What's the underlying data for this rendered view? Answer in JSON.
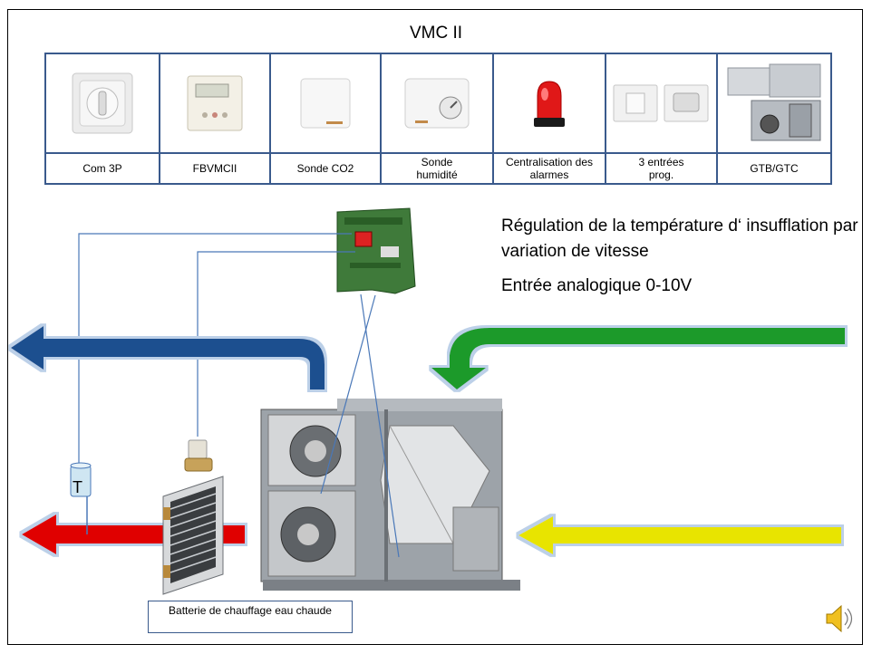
{
  "title": "VMC II",
  "devices": [
    {
      "label": "Com 3P",
      "icon": "rotary-switch-icon"
    },
    {
      "label": "FBVMCII",
      "icon": "remote-control-icon"
    },
    {
      "label": "Sonde CO2",
      "icon": "co2-sensor-icon"
    },
    {
      "label": "Sonde humidité",
      "icon": "humidity-sensor-icon"
    },
    {
      "label": "Centralisation des alarmes",
      "icon": "alarm-beacon-icon"
    },
    {
      "label": "3 entrées prog.",
      "icon": "wall-switch-icon"
    },
    {
      "label": "GTB/GTC",
      "icon": "hvac-unit-icon"
    }
  ],
  "regulation_text": "Régulation de la température d‘ insufflation par variation de vitesse",
  "analog_input_text": "Entrée analogique 0-10V",
  "temperature_probe_label": "T",
  "battery_label": "Batterie de chauffage eau chaude",
  "colors": {
    "table_border": "#3a5a8c",
    "extract_air": "#1f4f8f",
    "fresh_air": "#1f9a2a",
    "supply_air": "#e00000",
    "outdoor_air": "#e8e400",
    "wire": "#4a78b8"
  }
}
